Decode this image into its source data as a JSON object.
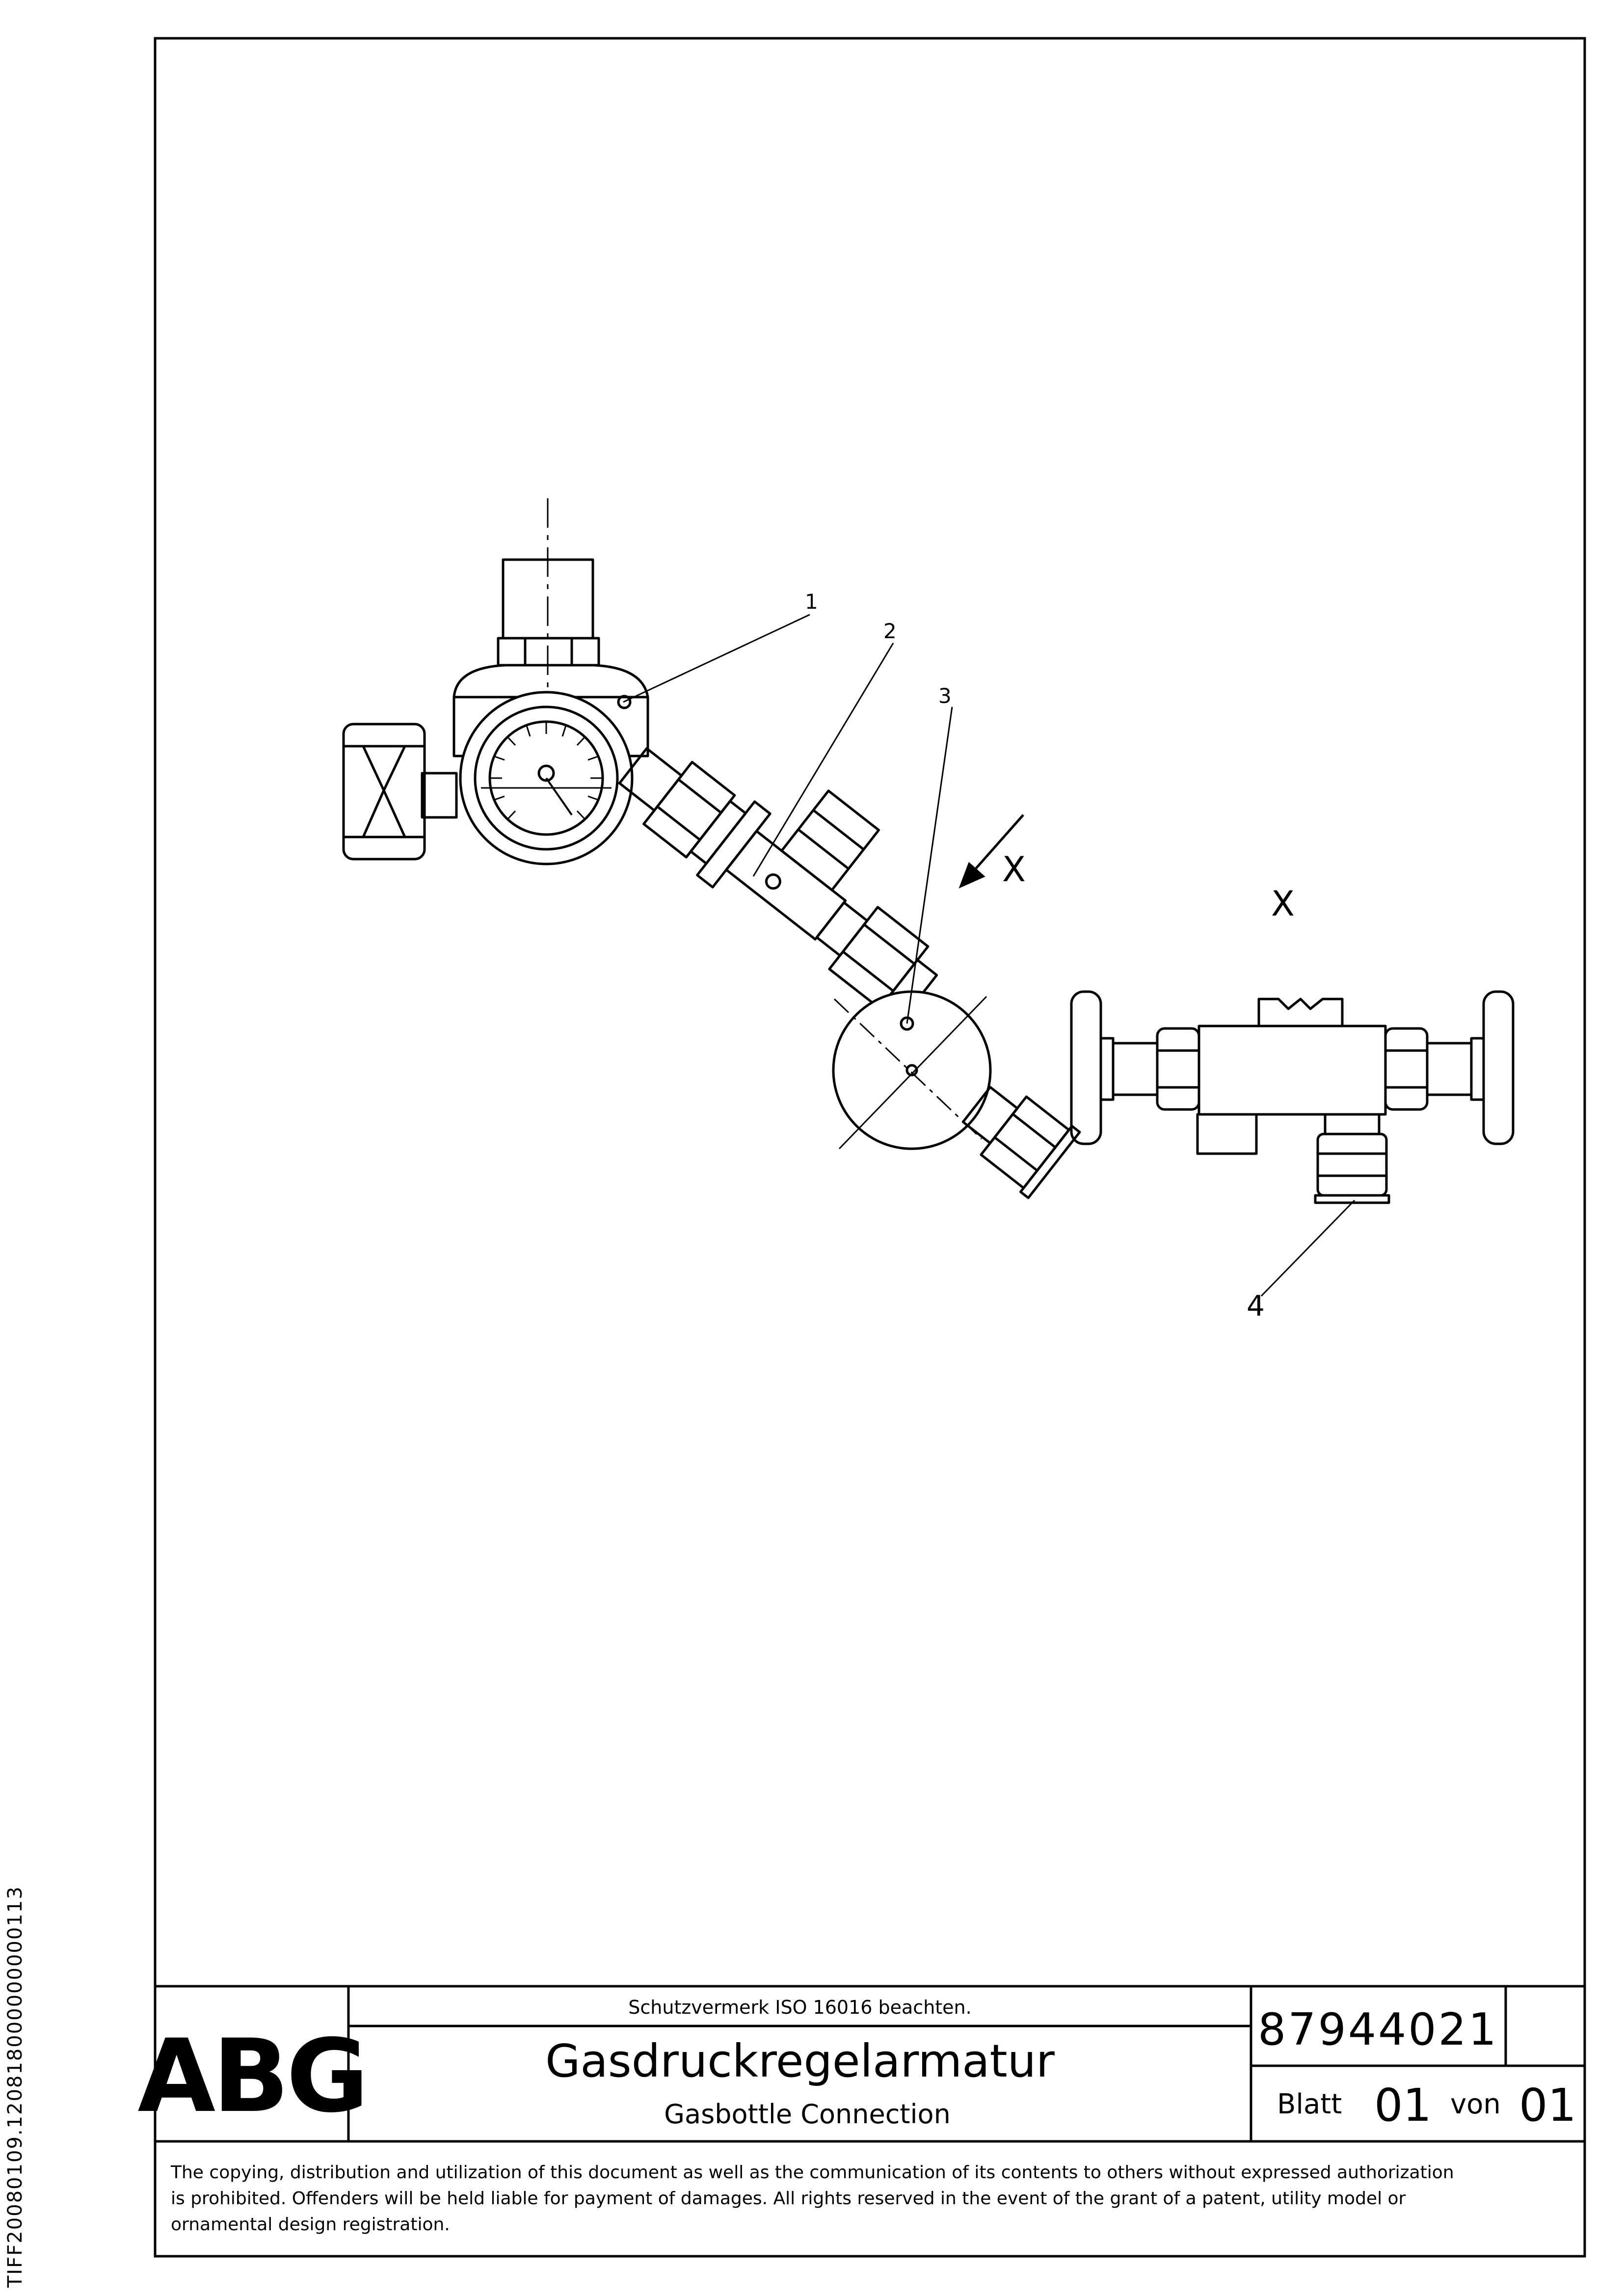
{
  "side_code": "TIFF20080109.120818000000000113",
  "diagram": {
    "callouts": [
      "1",
      "2",
      "3",
      "4"
    ],
    "view_arrow_label": "X",
    "view_title": "X"
  },
  "title_block": {
    "logo_text": "ABG",
    "protection_notice": "Schutzvermerk ISO 16016 beachten.",
    "title_de": "Gasdruckregelarmatur",
    "title_en": "Gasbottle Connection",
    "document_number": "87944021",
    "sheet_label": "Blatt",
    "sheet_number": "01",
    "of_label": "von",
    "total_sheets": "01"
  },
  "copyright": {
    "line1": "The copying, distribution and utilization of this document as well as the communication of its contents to others without expressed authorization",
    "line2": "is prohibited. Offenders will be held liable for payment of damages. All rights reserved in the event of the grant of a patent, utility model or",
    "line3": "ornamental design registration."
  }
}
